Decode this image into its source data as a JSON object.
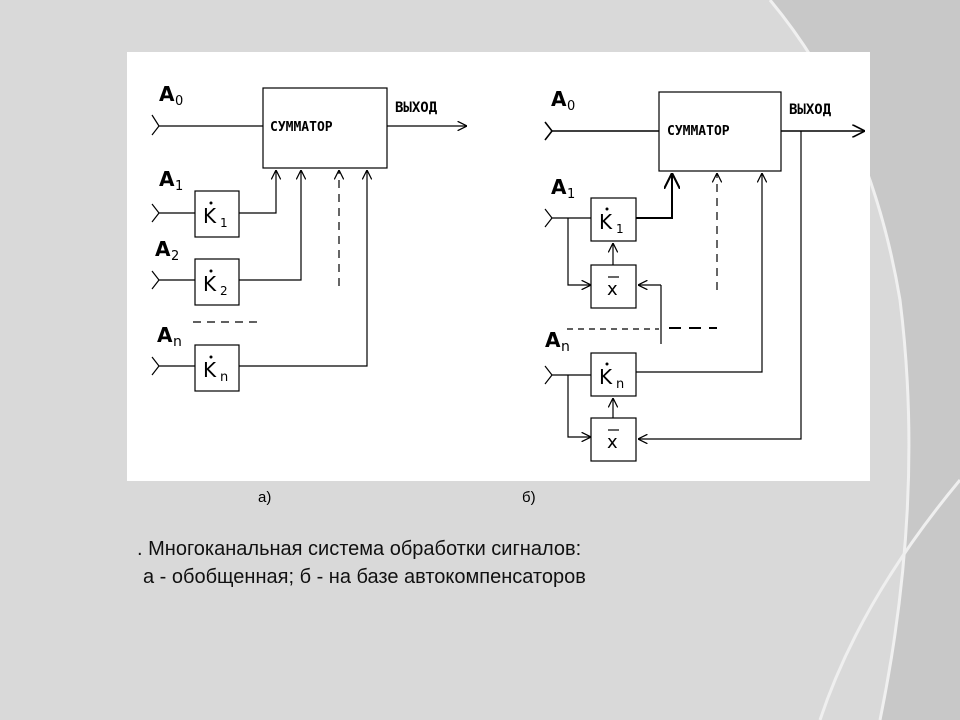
{
  "diagram_a": {
    "sum_label": "СУММАТОР",
    "out_label": "ВЫХОД",
    "in0_label": "A",
    "in0_sub": "0",
    "in1_label": "A",
    "in1_sub": "1",
    "in2_label": "A",
    "in2_sub": "2",
    "inn_label": "A",
    "inn_sub": "n",
    "k_label": "K",
    "k1_sub": "1",
    "k2_sub": "2",
    "kn_sub": "n"
  },
  "diagram_b": {
    "sum_label": "СУММАТОР",
    "out_label": "ВЫХОД",
    "in0_label": "A",
    "in0_sub": "0",
    "in1_label": "A",
    "in1_sub": "1",
    "inn_label": "A",
    "inn_sub": "n",
    "k_label": "K",
    "k1_sub": "1",
    "kn_sub": "n",
    "x_label": "x"
  },
  "sub_a": "а)",
  "sub_b": "б)",
  "caption": {
    "line1": ". Многоканальная система обработки сигналов:",
    "line2": "а - обобщенная; б - на базе автокомпенсаторов"
  }
}
